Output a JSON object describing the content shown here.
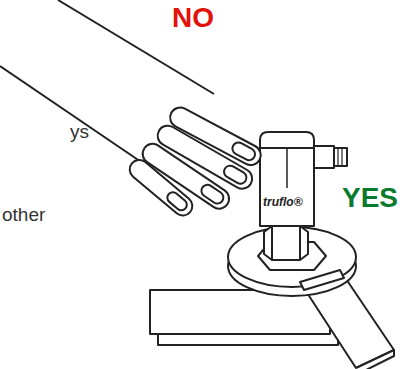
{
  "diagram": {
    "labels": [
      "NO",
      "YES",
      "truflo®",
      "ys",
      "other"
    ]
  }
}
